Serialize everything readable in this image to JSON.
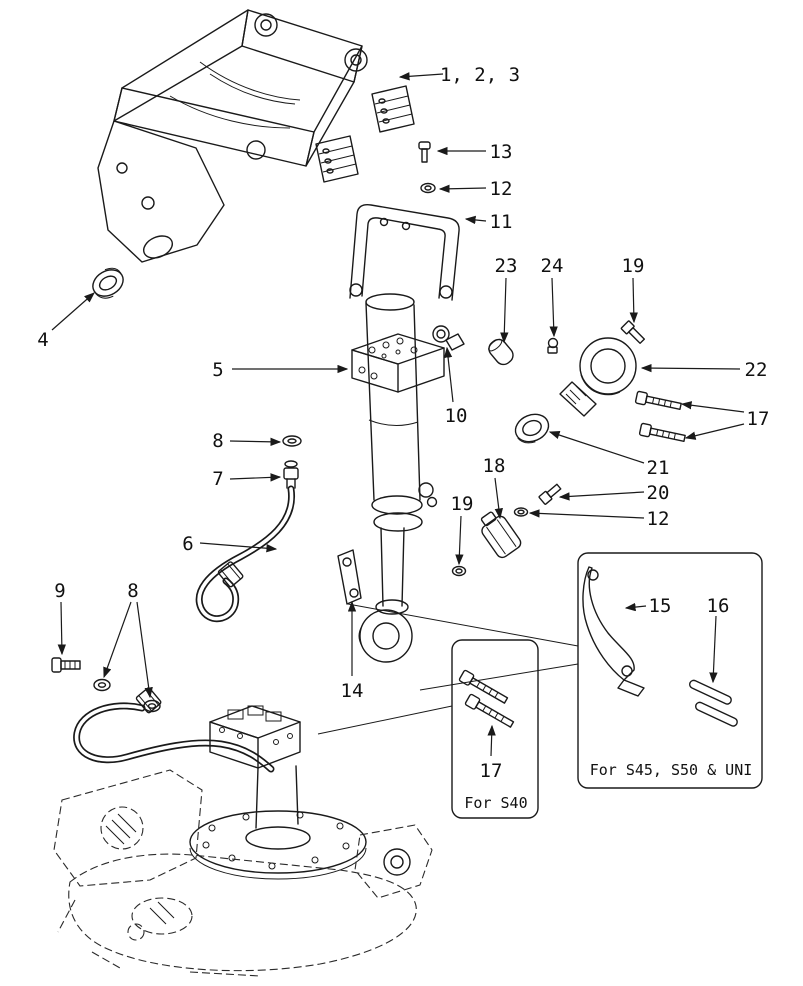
{
  "figure": {
    "type": "exploded-parts-diagram",
    "background": "#ffffff",
    "line_color": "#1a1a1a"
  },
  "callouts": {
    "c123": "1, 2, 3",
    "c13": "13",
    "c12top": "12",
    "c11": "11",
    "c23": "23",
    "c24": "24",
    "c19top": "19",
    "c22": "22",
    "c17right": "17",
    "c4": "4",
    "c5": "5",
    "c10": "10",
    "c8left": "8",
    "c7": "7",
    "c21": "21",
    "c18": "18",
    "c20": "20",
    "c12right": "12",
    "c6": "6",
    "c19mid": "19",
    "c9": "9",
    "c8bottom": "8",
    "c14": "14",
    "c15": "15",
    "c16": "16",
    "c17s40": "17"
  },
  "notes": {
    "s40": "For S40",
    "s45": "For S45, S50 & UNI"
  }
}
